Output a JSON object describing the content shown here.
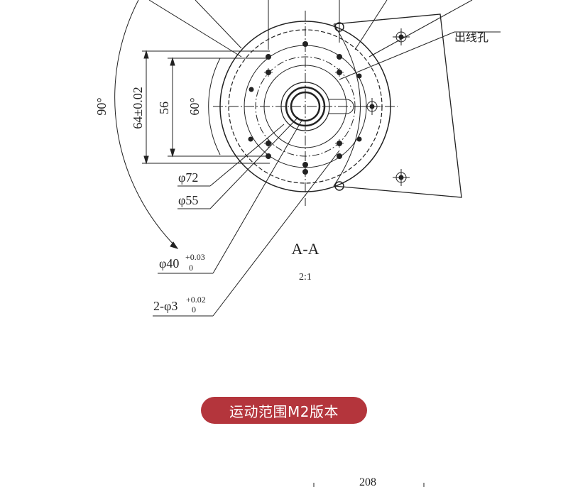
{
  "drawing": {
    "angle_90": "90°",
    "dim_64": "64±0.02",
    "dim_56": "56",
    "angle_60": "60°",
    "phi72": "φ72",
    "phi55": "φ55",
    "phi40": "φ40",
    "phi40_tol_upper": "+0.03",
    "phi40_tol_lower": "0",
    "hole_spec": "2-φ3",
    "hole_tol_upper": "+0.02",
    "hole_tol_lower": "0",
    "cable_hole": "出线孔",
    "section_label": "A-A",
    "scale": "2:1",
    "bottom_dim": "208"
  },
  "banner": {
    "label": "运动范围M2版本",
    "color": "#b4353c"
  }
}
